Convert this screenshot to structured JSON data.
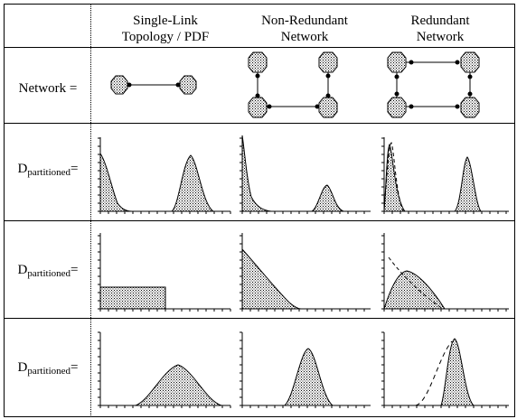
{
  "headers": {
    "col1": {
      "line1": "Single-Link",
      "line2": "Topology / PDF"
    },
    "col2": {
      "line1": "Non-Redundant",
      "line2": "Network"
    },
    "col3": {
      "line1": "Redundant",
      "line2": "Network"
    }
  },
  "rows": {
    "network_label": "Network =",
    "d_main": "D",
    "d_sub": "partitioned",
    "d_eq": "="
  },
  "colors": {
    "node_fill": "#c8c8c8",
    "line": "#000000"
  }
}
